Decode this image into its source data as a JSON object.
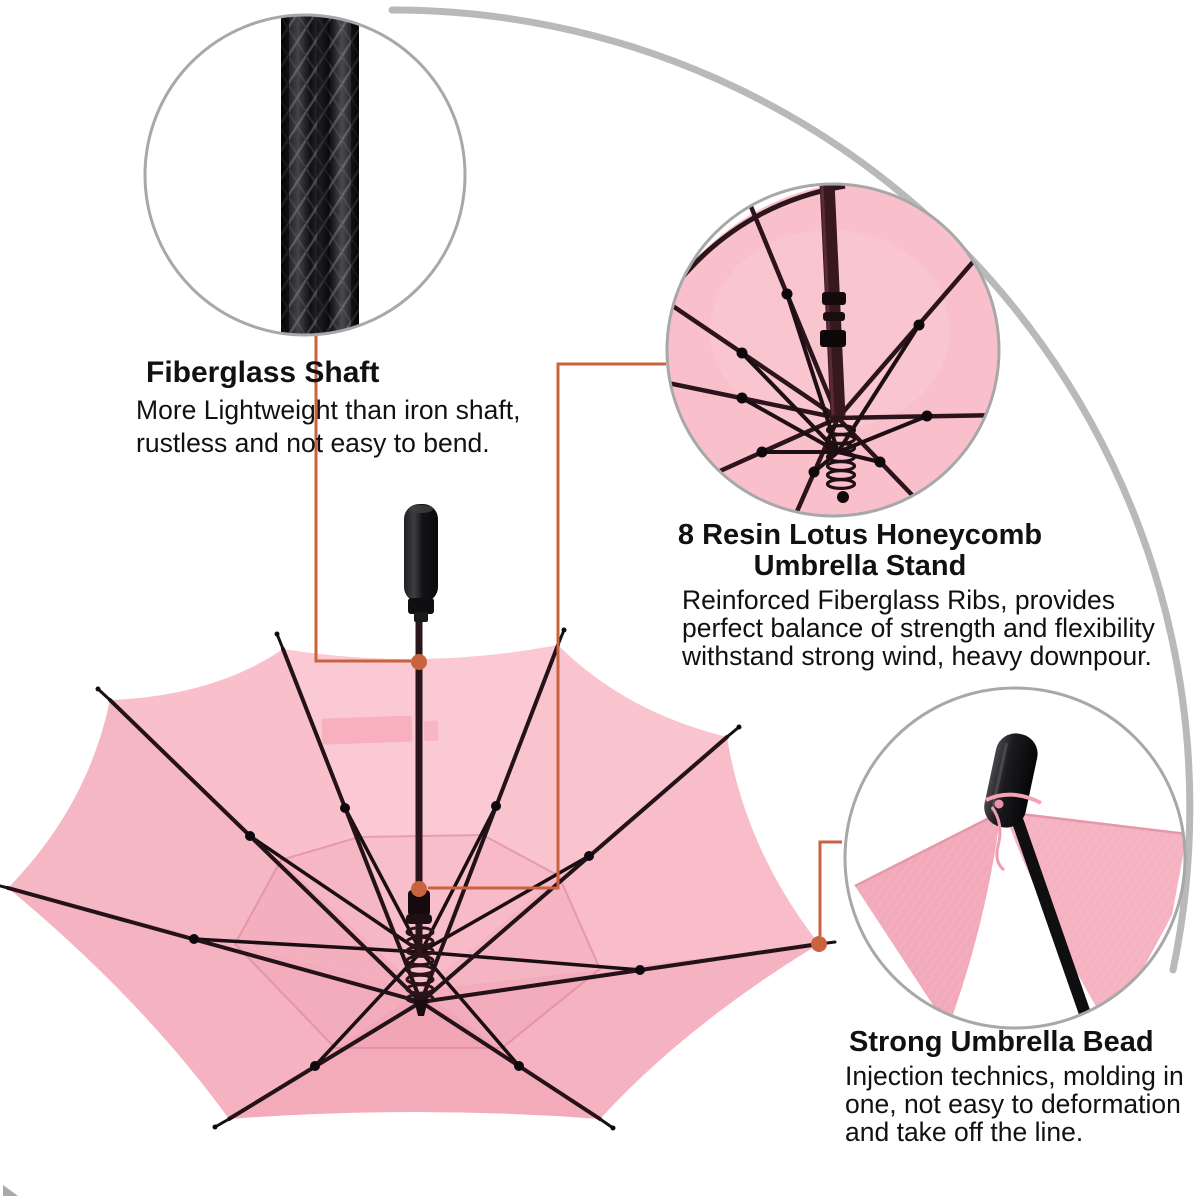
{
  "figure": {
    "type": "product-infographic",
    "subject": "pink golf umbrella shown from underneath with black handle, fiberglass shaft and 8 ribs",
    "callouts": [
      {
        "name": "fiberglass-shaft-closeup",
        "shows": "woven black fiberglass shaft"
      },
      {
        "name": "umbrella-stand-closeup",
        "shows": "rib hub with spring under pink canopy"
      },
      {
        "name": "umbrella-bead-closeup",
        "shows": "black molded bead tip with pink fabric"
      }
    ]
  },
  "colors": {
    "accent": "#c9633f",
    "arc_gray": "#b9b9b9",
    "circle_border": "#a8a8a8",
    "ink": "#111111",
    "canopy_pink": "#f8bdc9"
  },
  "annotations": {
    "fiberglass_shaft": {
      "title": "Fiberglass Shaft",
      "body": "More Lightweight than iron shaft,\nrustless and not easy to bend."
    },
    "umbrella_stand": {
      "title": "8 Resin Lotus Honeycomb\nUmbrella Stand",
      "body": "Reinforced Fiberglass Ribs, provides\nperfect balance of strength and flexibility\nwithstand strong wind, heavy downpour."
    },
    "umbrella_bead": {
      "title": "Strong Umbrella Bead",
      "body": "Injection technics, molding in\none, not easy to deformation\nand take off the line."
    }
  }
}
